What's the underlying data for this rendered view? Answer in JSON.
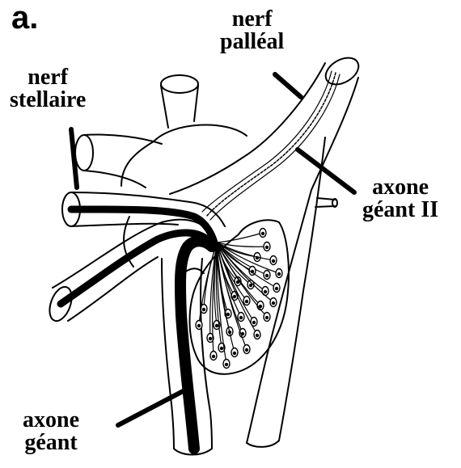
{
  "panel_label": "a.",
  "labels": {
    "nerf_palleal": [
      "nerf",
      "palléal"
    ],
    "nerf_stellaire": [
      "nerf",
      "stellaire"
    ],
    "axone_geant_ii": [
      "axone",
      "géant II"
    ],
    "axone_geant": [
      "axone",
      "géant"
    ]
  },
  "colors": {
    "ink": "#000000",
    "paper": "#ffffff"
  }
}
